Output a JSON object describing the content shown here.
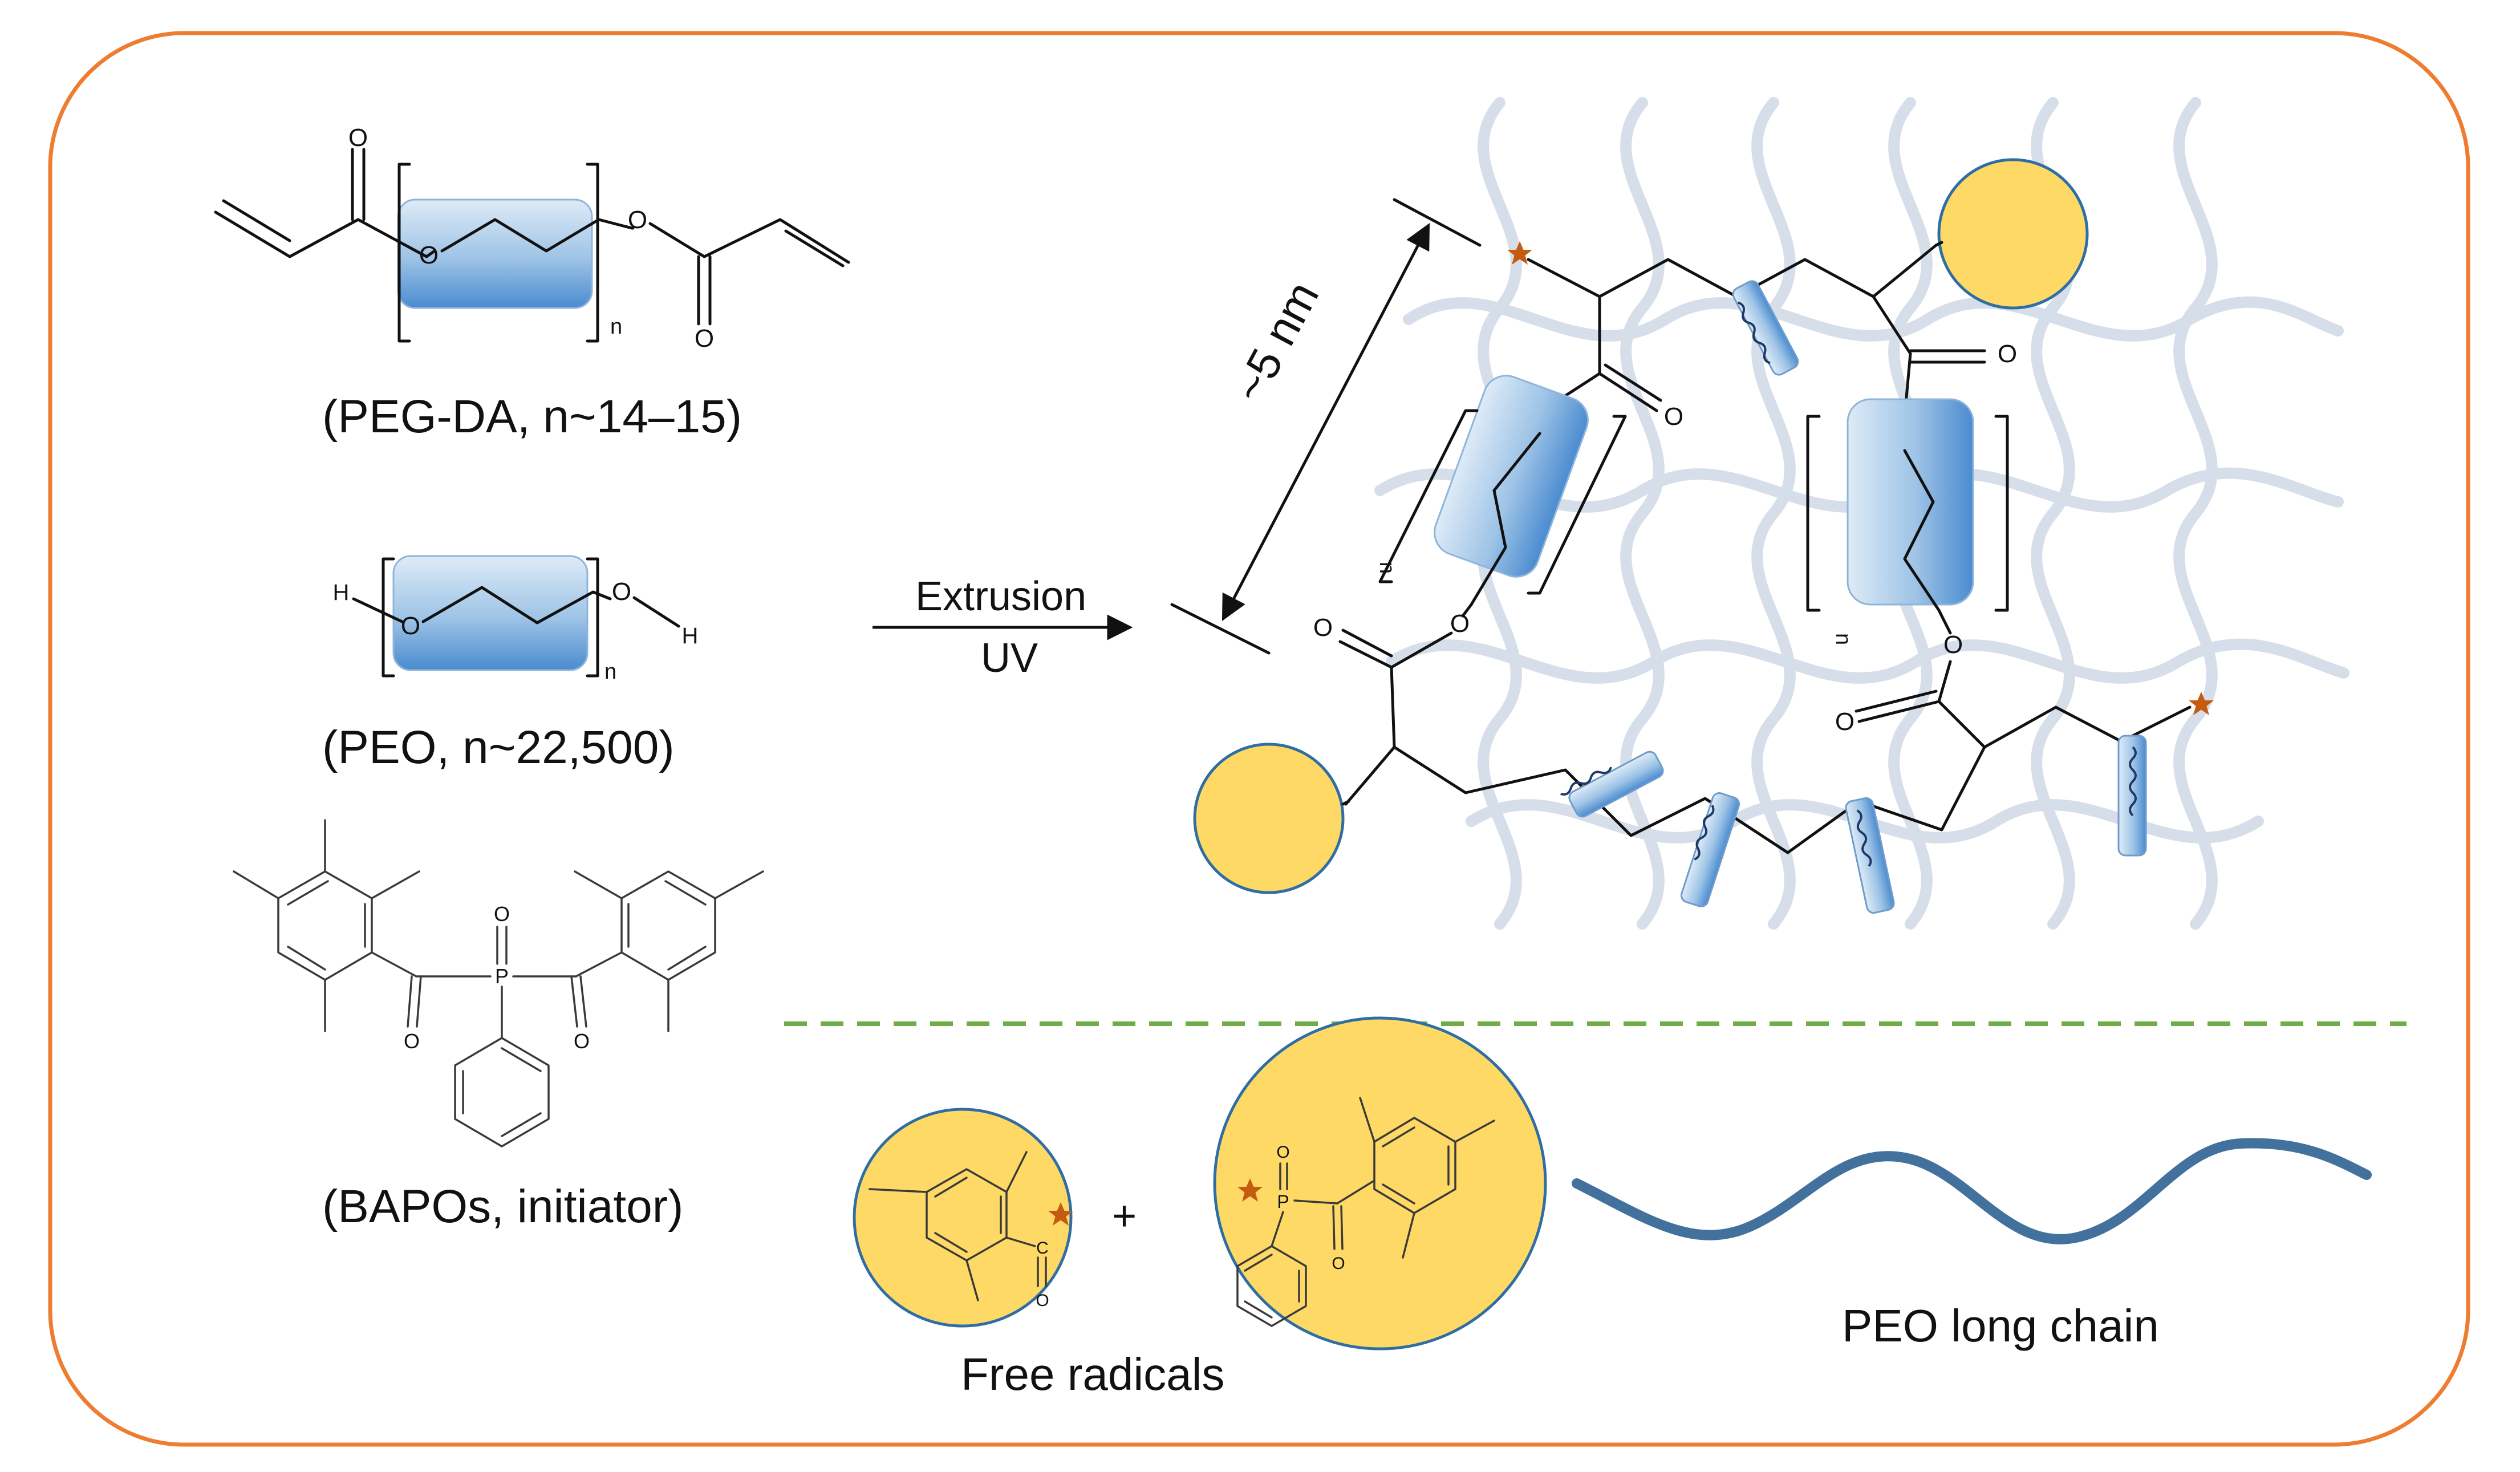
{
  "labels": {
    "pegda": "(PEG-DA, n~14–15)",
    "peo": "(PEO, n~22,500)",
    "bapo": "(BAPOs, initiator)",
    "extrusion": "Extrusion",
    "uv": "UV",
    "mesh_size": "~5 nm",
    "free_radicals": "Free radicals",
    "peo_long_chain": "PEO long chain",
    "plus": "+"
  },
  "atoms": {
    "oxygen": "O",
    "hydrogen": "H",
    "phosphorus": "P",
    "carbon": "C",
    "repeat_n": "n"
  },
  "colors": {
    "frame": "#ED7D31",
    "divider": "#70AD47",
    "radical_fill": "#FFD966",
    "radical_stroke": "#2F6EA3",
    "repeat_unit": "#5B9BD5",
    "peo_chain": "#41719C",
    "background_chain": "#D6DEEA",
    "star": "#C55A11"
  }
}
